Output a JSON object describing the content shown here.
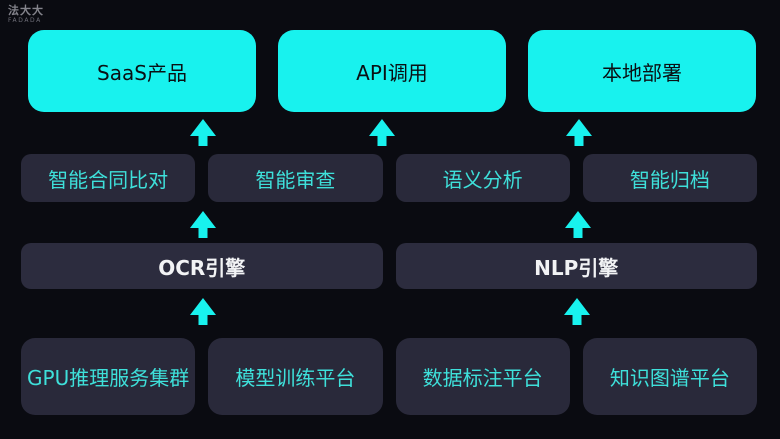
{
  "logo": {
    "title": "法大大",
    "subtitle": "FADADA"
  },
  "colors": {
    "background": "#0A0B11",
    "accent_cyan": "#18F2EE",
    "arrow_cyan": "#18F2EE",
    "box_dark": "#29293A",
    "engine_box": "#2C2C3E",
    "teal_text": "#3EE0DA",
    "dark_text_on_cyan": "#0A1014",
    "white_text": "#F2F3F5",
    "logo_gray": "#84848C"
  },
  "diagram": {
    "delivery": {
      "items": [
        {
          "label": "SaaS产品"
        },
        {
          "label": "API调用"
        },
        {
          "label": "本地部署"
        }
      ]
    },
    "capabilities": {
      "items": [
        {
          "label": "智能合同比对"
        },
        {
          "label": "智能审查"
        },
        {
          "label": "语义分析"
        },
        {
          "label": "智能归档"
        }
      ]
    },
    "engines": {
      "items": [
        {
          "label": "OCR引擎"
        },
        {
          "label": "NLP引擎"
        }
      ]
    },
    "infrastructure": {
      "items": [
        {
          "label": "GPU推理服务集群"
        },
        {
          "label": "模型训练平台"
        },
        {
          "label": "数据标注平台"
        },
        {
          "label": "知识图谱平台"
        }
      ]
    }
  }
}
